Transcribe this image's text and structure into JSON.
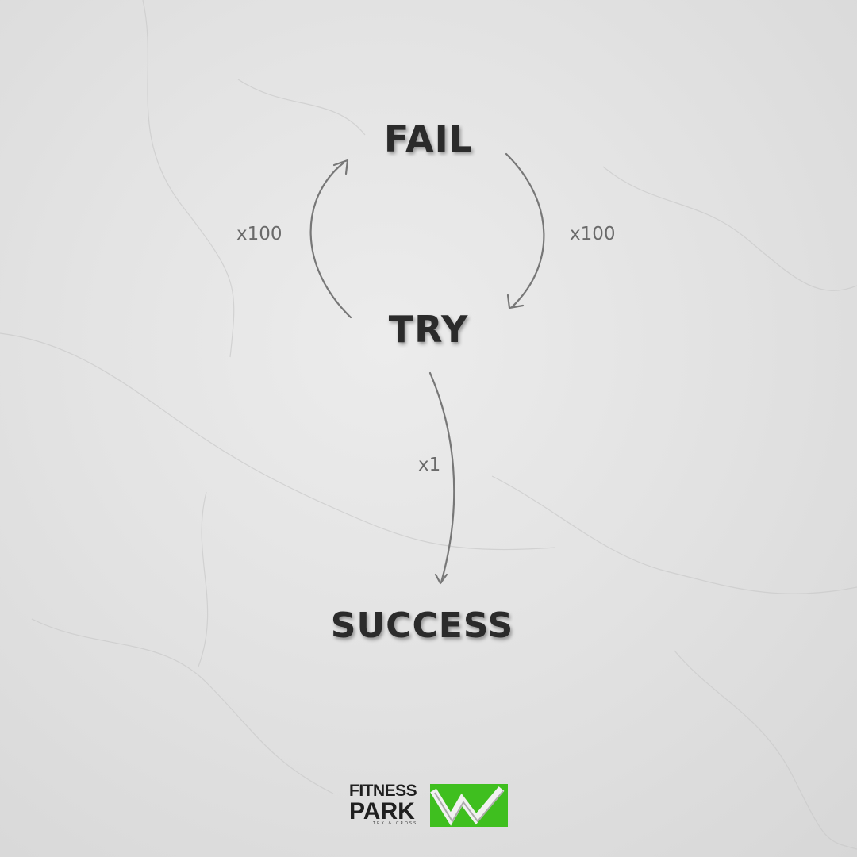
{
  "nodes": {
    "fail": "FAIL",
    "try": "TRY",
    "success": "SUCCESS"
  },
  "edges": {
    "try_to_fail": "x100",
    "fail_to_try": "x100",
    "try_to_success": "x1"
  },
  "logo": {
    "line1": "FITNESS",
    "line2": "PARK",
    "tagline": "TRX & CROSS",
    "accent_color": "#3fbf1f"
  },
  "colors": {
    "text": "#2b2b2b",
    "arrow": "#777777",
    "background": "#e3e3e3"
  }
}
